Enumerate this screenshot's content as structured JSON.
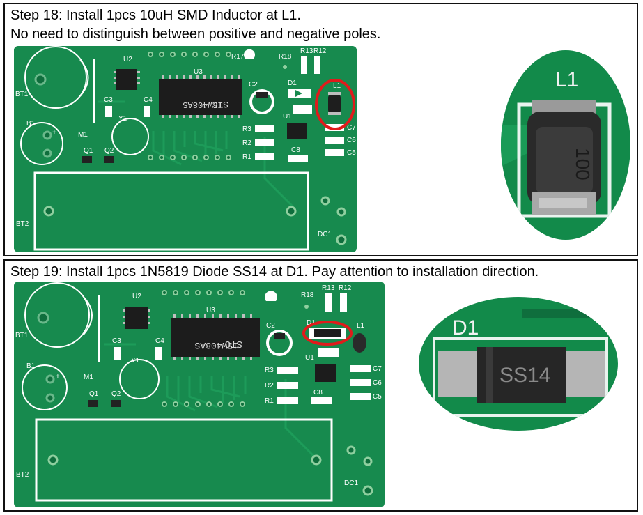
{
  "step18": {
    "instruction_line1": "Step 18: Install 1pcs 10uH SMD Inductor at L1.",
    "instruction_line2": "No need to distinguish between positive and negative poles.",
    "board": {
      "labels": {
        "u2": "U2",
        "u3": "U3",
        "bt1": "BT1",
        "b1": "B1",
        "bt2": "BT2",
        "c2": "C2",
        "c3": "C3",
        "c4": "C4",
        "c8": "C8",
        "r1": "R1",
        "r2": "R2",
        "r3": "R3",
        "r12": "R12",
        "r13": "R13",
        "r17": "R17",
        "r18": "R18",
        "d1": "D1",
        "l1": "L1",
        "u1": "U1",
        "m1": "M1",
        "q1": "Q1",
        "q2": "Q2",
        "y1": "Y1",
        "dc1": "DC1",
        "c5": "C5",
        "c6": "C6",
        "c7": "C7"
      },
      "chip_line1": "STC",
      "chip_line2": "15W408AS"
    },
    "zoom": {
      "label": "L1",
      "marking": "100"
    }
  },
  "step19": {
    "instruction": "Step 19: Install 1pcs 1N5819 Diode SS14 at D1. Pay attention to installation direction.",
    "board": {
      "labels": {
        "u2": "U2",
        "u3": "U3",
        "bt1": "BT1",
        "b1": "B1",
        "bt2": "BT2",
        "c2": "C2",
        "c3": "C3",
        "c4": "C4",
        "c8": "C8",
        "r1": "R1",
        "r2": "R2",
        "r3": "R3",
        "r12": "R12",
        "r13": "R13",
        "r18": "R18",
        "d1": "D1",
        "l1": "L1",
        "u1": "U1",
        "m1": "M1",
        "q1": "Q1",
        "q2": "Q2",
        "y1": "Y1",
        "dc1": "DC1",
        "c5": "C5",
        "c6": "C6",
        "c7": "C7"
      },
      "chip_line1": "STC",
      "chip_line2": "15W408AS"
    },
    "zoom": {
      "label": "D1",
      "marking": "SS14"
    }
  },
  "colors": {
    "pcb": "#178a4e",
    "pcb_dark": "#0f6e3d",
    "silk": "#ffffff",
    "highlight": "#e01b1b",
    "chip": "#1c1c1c",
    "solder": "#c9c9c9"
  }
}
